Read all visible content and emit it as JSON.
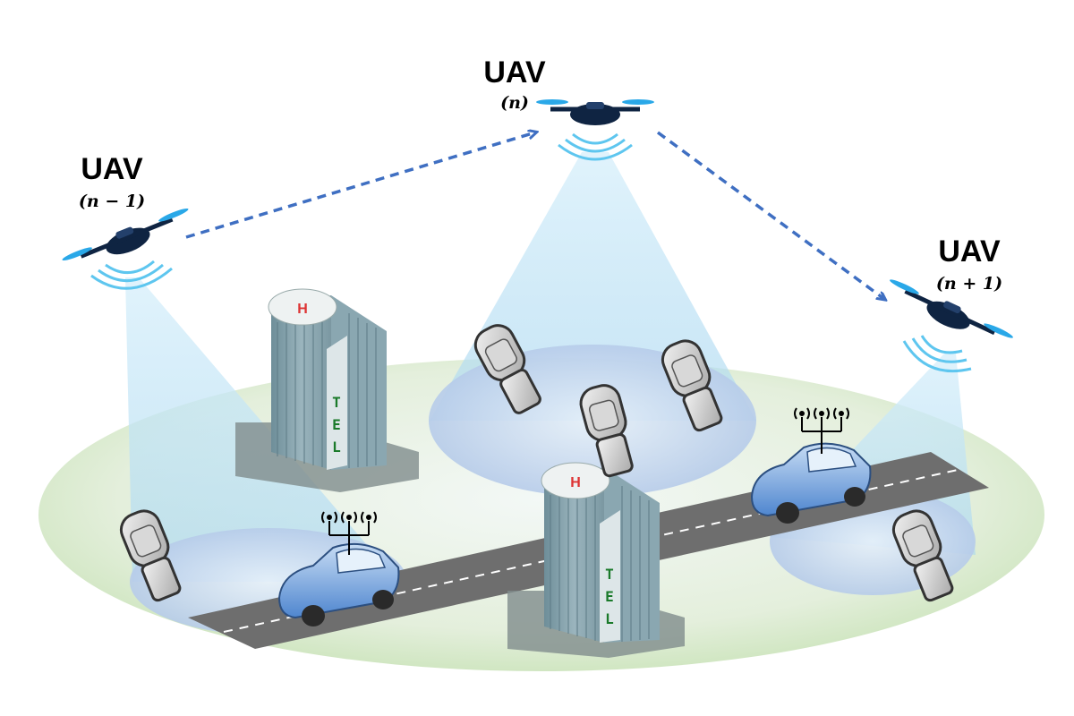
{
  "uavs": [
    {
      "title": "UAV",
      "index": "(n − 1)"
    },
    {
      "title": "UAV",
      "index": "(n)"
    },
    {
      "title": "UAV",
      "index": "(n + 1)"
    }
  ],
  "buildings": [
    {
      "heli_mark": "H",
      "sign": [
        "T",
        "E",
        "L"
      ]
    },
    {
      "heli_mark": "H",
      "sign": [
        "T",
        "E",
        "L"
      ]
    }
  ],
  "colors": {
    "ground": "#e3efd6",
    "beam": "#bfe3f7",
    "flight_path": "#3f6fc2",
    "road": "#6b6b6b",
    "car": "#5b8fd1"
  }
}
